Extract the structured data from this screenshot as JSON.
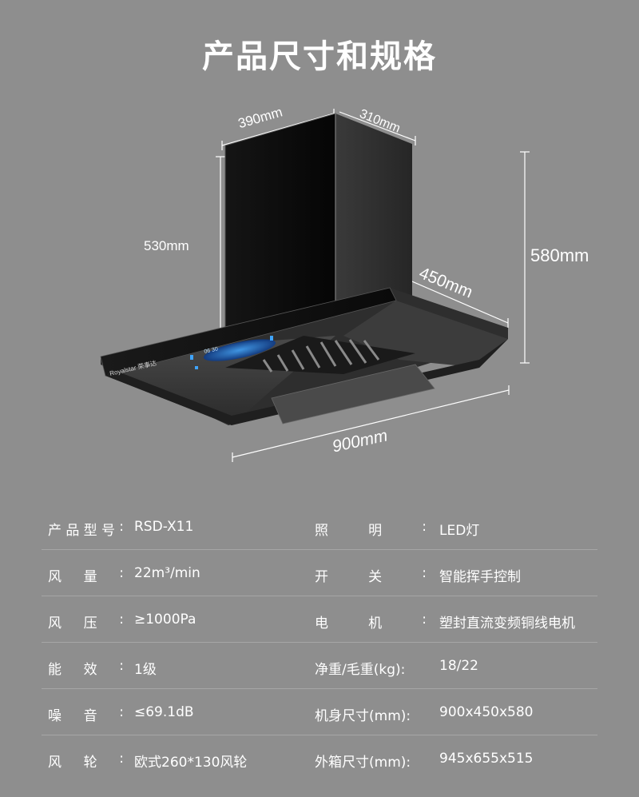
{
  "title": "产品尺寸和规格",
  "brand": "Royalstar 荣事达",
  "display": "06 30",
  "dimensions": {
    "width_top": "390mm",
    "depth_top": "310mm",
    "body_height": "530mm",
    "total_height": "580mm",
    "depth": "450mm",
    "width": "900mm"
  },
  "specs": [
    {
      "l1": [
        "产",
        "品",
        "型",
        "号",
        ":"
      ],
      "v1": "RSD-X11",
      "l2": [
        "照",
        "明",
        ":"
      ],
      "v2": "LED灯"
    },
    {
      "l1": [
        "风",
        "量",
        ":"
      ],
      "v1": "22m³/min",
      "l2": [
        "开",
        "关",
        ":"
      ],
      "v2": "智能挥手控制"
    },
    {
      "l1": [
        "风",
        "压",
        ":"
      ],
      "v1": "≥1000Pa",
      "l2": [
        "电",
        "机",
        ":"
      ],
      "v2": "塑封直流变频铜线电机"
    },
    {
      "l1": [
        "能",
        "效",
        ":"
      ],
      "v1": "1级",
      "l2": [
        "净重/毛重(kg):"
      ],
      "v2": "18/22"
    },
    {
      "l1": [
        "噪",
        "音",
        ":"
      ],
      "v1": "≤69.1dB",
      "l2": [
        "机身尺寸(mm):"
      ],
      "v2": "900x450x580"
    },
    {
      "l1": [
        "风",
        "轮",
        ":"
      ],
      "v1": "欧式260*130风轮",
      "l2": [
        "外箱尺寸(mm):"
      ],
      "v2": "945x655x515"
    }
  ]
}
